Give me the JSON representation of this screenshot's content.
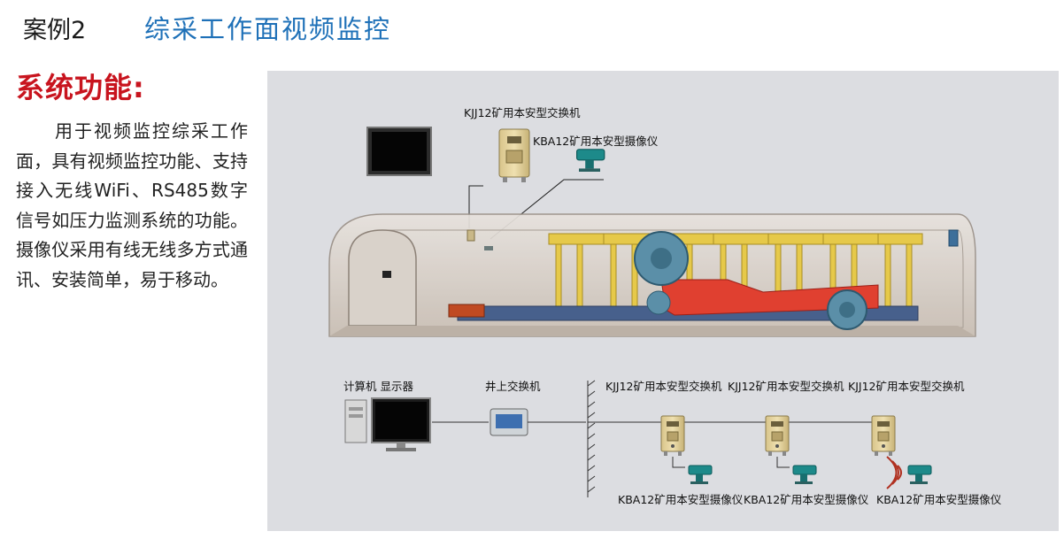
{
  "header": {
    "case_label": "案例2",
    "title": "综采工作面视频监控"
  },
  "function": {
    "title": "系统功能:",
    "description": "　　用于视频监控综采工作面，具有视频监控功能、支持接入无线WiFi、RS485数字信号如压力监测系统的功能。摄像仪采用有线无线多方式通讯、安装简单，易于移动。"
  },
  "diagram": {
    "top_switch_label": "KJJ12矿用本安型交换机",
    "top_camera_label": "KBA12矿用本安型摄像仪",
    "computer_label": "计算机 显示器",
    "surface_switch_label": "井上交换机",
    "switch_labels": [
      "KJJ12矿用本安型交换机",
      "KJJ12矿用本安型交换机",
      "KJJ12矿用本安型交换机"
    ],
    "camera_labels": [
      "KBA12矿用本安型摄像仪",
      "KBA12矿用本安型摄像仪",
      "KBA12矿用本安型摄像仪"
    ]
  }
}
